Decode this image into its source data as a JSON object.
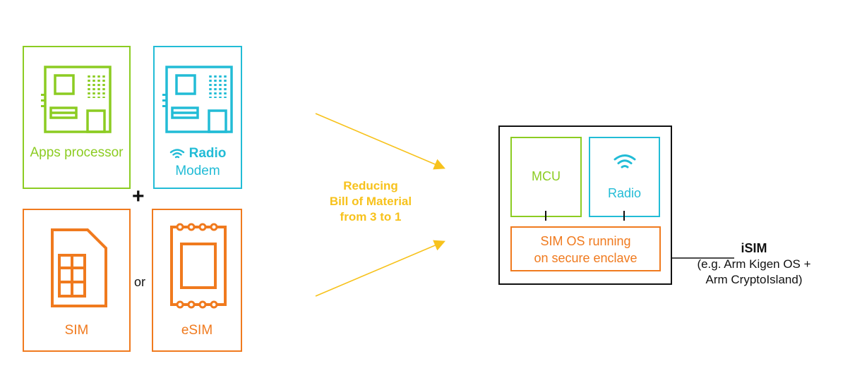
{
  "left": {
    "apps_processor": {
      "label": "Apps processor"
    },
    "radio_modem": {
      "label_bold": "Radio",
      "label": "Modem"
    },
    "plus": "+",
    "sim": {
      "label": "SIM"
    },
    "or": "or",
    "esim": {
      "label": "eSIM"
    }
  },
  "middle": {
    "line1": "Reducing",
    "line2": "Bill of Material",
    "line3": "from 3 to 1"
  },
  "right": {
    "mcu": "MCU",
    "radio": "Radio",
    "enclave_line1": "SIM OS running",
    "enclave_line2": "on secure enclave",
    "isim_title": "iSIM",
    "isim_line1": "(e.g. Arm Kigen OS +",
    "isim_line2": "Arm CryptoIsland)"
  },
  "colors": {
    "green": "#8ccc22",
    "cyan": "#22bcd6",
    "orange": "#f07a1e",
    "yellow": "#f7c21c",
    "black": "#111111"
  }
}
